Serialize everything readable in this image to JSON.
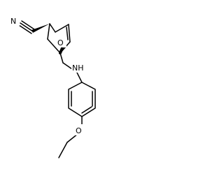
{
  "molecule": {
    "atoms": {
      "nitrile_n": "N",
      "bridge_o": "O",
      "amine_nh": "NH",
      "ether_o": "O"
    }
  }
}
